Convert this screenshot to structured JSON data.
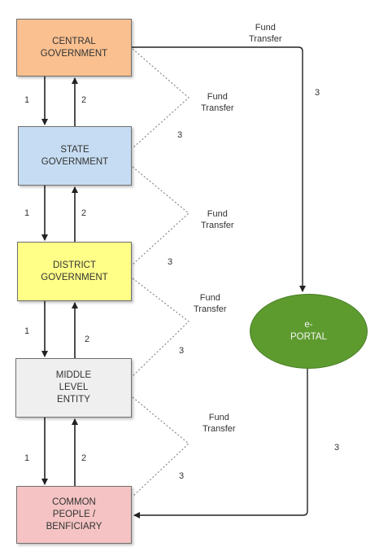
{
  "nodes": {
    "central": "CENTRAL\nGOVERNMENT",
    "state": "STATE\nGOVERNMENT",
    "district": "DISTRICT\nGOVERNMENT",
    "middle": "MIDDLE\nLEVEL\nENTITY",
    "common": "COMMON\nPEOPLE /\nBENFICIARY",
    "portal": "e-\nPORTAL"
  },
  "fund_transfer_label": "Fund\nTransfer",
  "step_labels": {
    "down": "1",
    "up": "2",
    "transfer": "3"
  },
  "colors": {
    "central": "#fac090",
    "state": "#c6dcf2",
    "district": "#ffff88",
    "middle": "#efefef",
    "common": "#f5c3c3",
    "portal": "#5d9b2f"
  }
}
